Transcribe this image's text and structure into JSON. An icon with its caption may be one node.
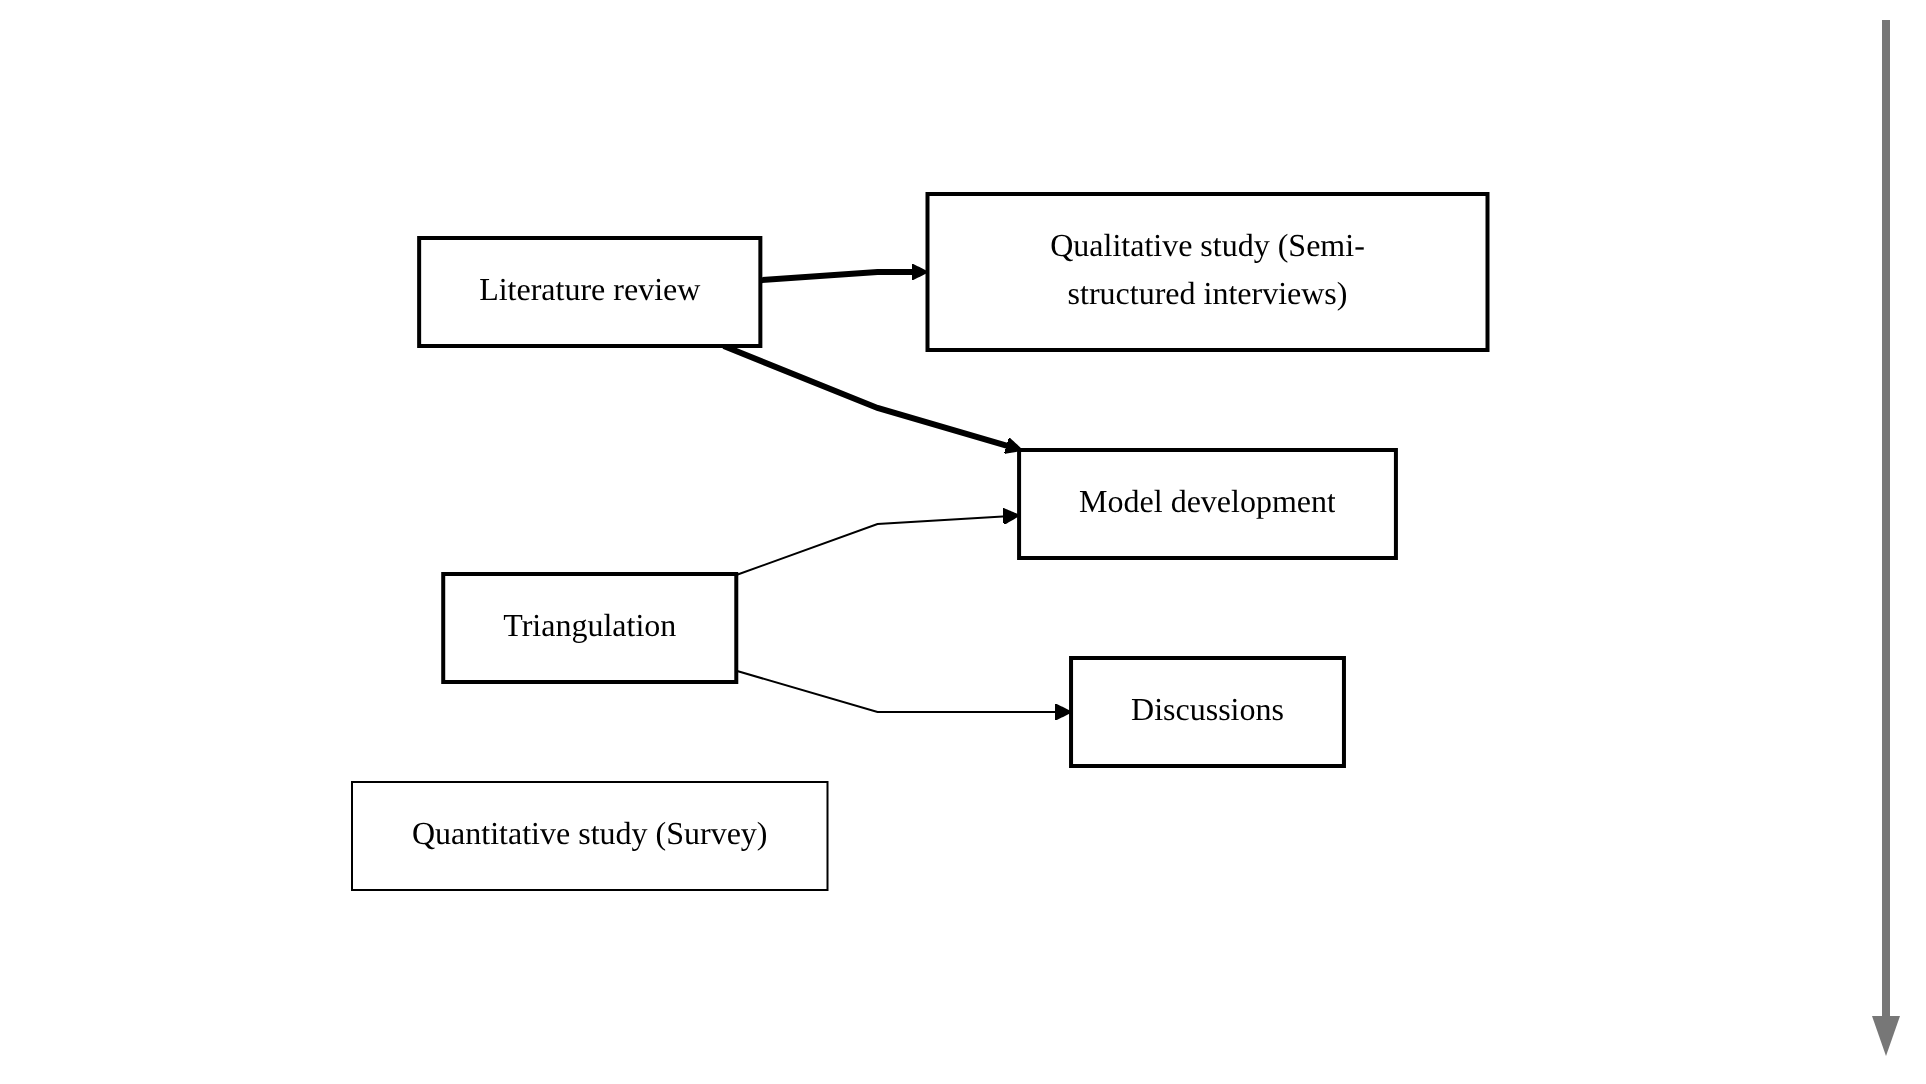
{
  "diagram": {
    "nodes": [
      {
        "text": [
          "Literature review"
        ]
      },
      {
        "text": [
          "Qualitative study (Semi-structured interviews)"
        ]
      },
      {
        "text": [
          "Model development"
        ]
      },
      {
        "text": [
          "Triangulation"
        ]
      },
      {
        "text": [
          "Quantitative study (Survey)"
        ]
      },
      {
        "text": [
          "Discussions"
        ]
      }
    ],
    "edges": [
      {
        "from": 0,
        "to": 1,
        "arrow": "to",
        "style": "thick"
      },
      {
        "from": 0,
        "to": 2,
        "arrow": "to",
        "style": "thick"
      },
      {
        "from": 3,
        "to": 2,
        "arrow": "to"
      },
      {
        "from": 3,
        "to": 5,
        "arrow": "to"
      }
    ]
  }
}
